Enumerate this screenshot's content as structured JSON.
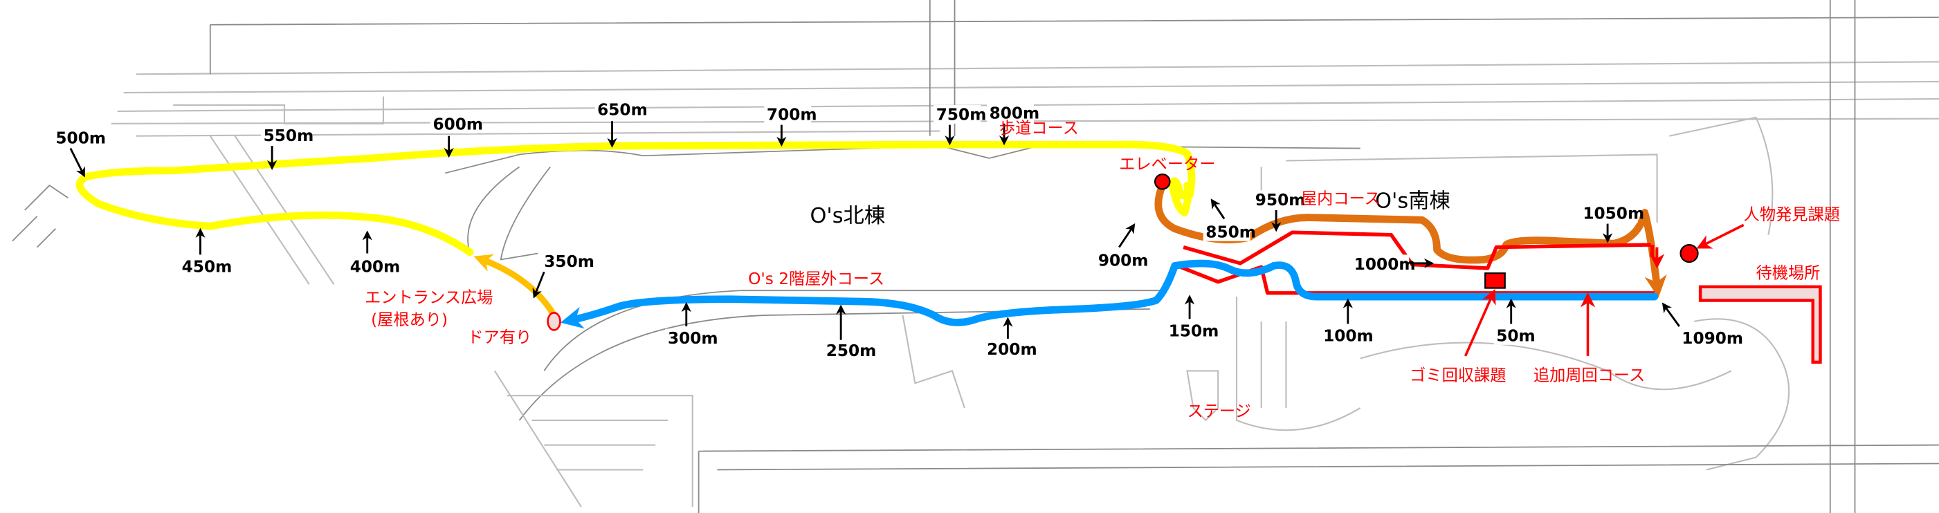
{
  "map": {
    "buildings": {
      "north": "O's北棟",
      "south": "O's南棟"
    },
    "courses": {
      "sidewalk": "歩道コース",
      "indoor": "屋内コース",
      "outdoor_2f": "O's 2階屋外コース",
      "additional_loop": "追加周回コース"
    },
    "places": {
      "elevator": "エレベーター",
      "entrance_plaza": "エントランス広場",
      "entrance_roof": "(屋根あり)",
      "door": "ドア有り",
      "waiting_area": "待機場所",
      "stage": "ステージ"
    },
    "tasks": {
      "person_finding": "人物発見課題",
      "trash_collection": "ゴミ回収課題"
    },
    "distance_markers": [
      "50m",
      "100m",
      "150m",
      "200m",
      "250m",
      "300m",
      "350m",
      "400m",
      "450m",
      "500m",
      "550m",
      "600m",
      "650m",
      "700m",
      "750m",
      "800m",
      "850m",
      "900m",
      "950m",
      "1000m",
      "1050m",
      "1090m"
    ],
    "colors": {
      "sidewalk_course": "#ffff00",
      "indoor_course": "#e07010",
      "outdoor_course": "#0099ff",
      "additional_loop": "#ff0000",
      "entrance_link": "#ffc000",
      "labels_red": "#ff0000",
      "waiting_area_fill": "#f2dcdb"
    }
  }
}
